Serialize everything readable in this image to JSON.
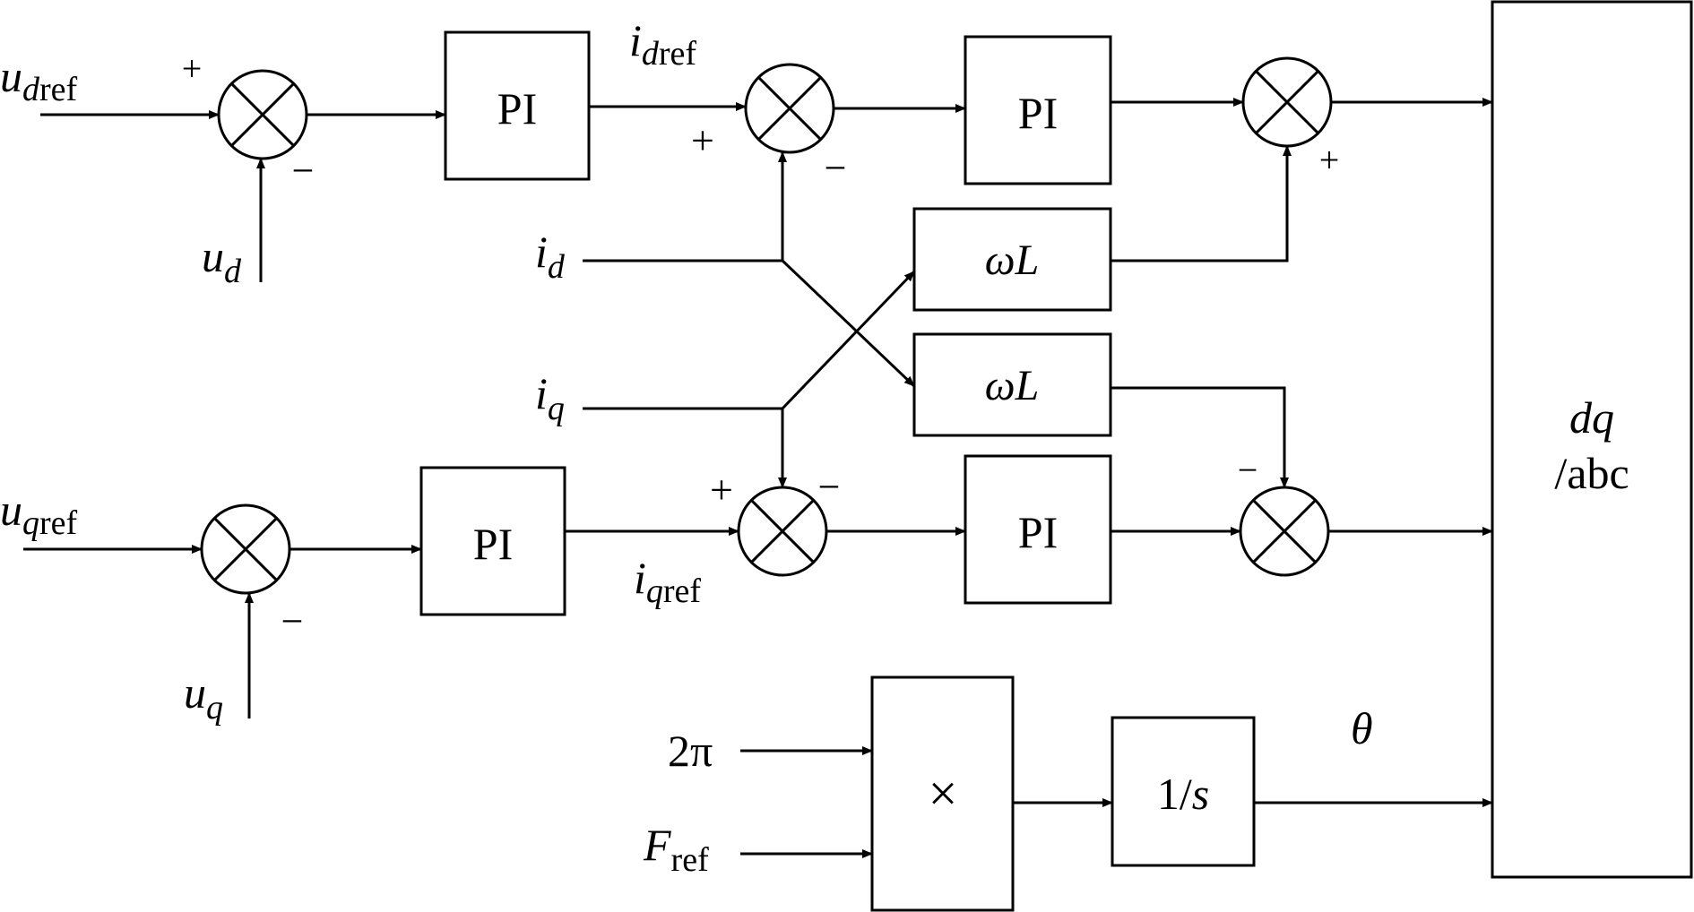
{
  "colors": {
    "stroke": "#000000",
    "background": "#ffffff"
  },
  "inputs": {
    "u_d_ref": {
      "main": "u",
      "sub": "d",
      "sub2": "ref"
    },
    "u_d": {
      "main": "u",
      "sub": "d"
    },
    "u_q_ref": {
      "main": "u",
      "sub": "q",
      "sub2": "ref"
    },
    "u_q": {
      "main": "u",
      "sub": "q"
    },
    "i_d": {
      "main": "i",
      "sub": "d"
    },
    "i_q": {
      "main": "i",
      "sub": "q"
    },
    "two_pi": "2π",
    "f_ref": {
      "main": "F",
      "sub": "ref"
    }
  },
  "signals": {
    "i_d_ref": {
      "main": "i",
      "sub": "d",
      "sub2": "ref"
    },
    "i_q_ref": {
      "main": "i",
      "sub": "q",
      "sub2": "ref"
    },
    "theta": "θ"
  },
  "blocks": {
    "pi": "PI",
    "omega_l": "ωL",
    "multiply": "×",
    "integrator": {
      "num": "1/",
      "var": "s"
    },
    "transform": {
      "line1": "dq",
      "line2": "/abc"
    }
  },
  "signs": {
    "plus": "+",
    "minus": "−"
  }
}
